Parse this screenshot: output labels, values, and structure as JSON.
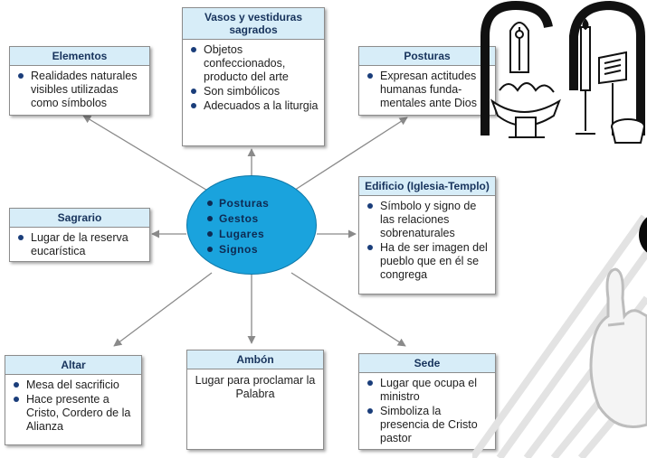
{
  "center": {
    "items": [
      "Posturas",
      "Gestos",
      "Lugares",
      "Signos"
    ]
  },
  "elementos": {
    "title": "Elementos",
    "items": [
      "Realidades naturales visibles utilizadas como símbolos"
    ]
  },
  "vasos": {
    "title": "Vasos y vestiduras sagrados",
    "items": [
      "Objetos confeccionados, producto del arte",
      "Son simbólicos",
      "Adecuados a la liturgia"
    ]
  },
  "posturas": {
    "title": "Posturas",
    "items": [
      "Expresan actitudes humanas funda-mentales ante Dios"
    ]
  },
  "edificio": {
    "title": "Edificio (Iglesia-Templo)",
    "items": [
      "Símbolo y signo de las relaciones sobrenaturales",
      "Ha de ser imagen del pueblo que en él se congrega"
    ]
  },
  "sagrario": {
    "title": "Sagrario",
    "items": [
      "Lugar de la reserva eucarística"
    ]
  },
  "altar": {
    "title": "Altar",
    "items": [
      "Mesa del sacrificio",
      "Hace presente a Cristo, Cordero de la Alianza"
    ]
  },
  "ambon": {
    "title": "Ambón",
    "text": "Lugar para proclamar la Palabra"
  },
  "sede": {
    "title": "Sede",
    "items": [
      "Lugar que ocupa el ministro",
      "Simboliza la presencia de Cristo pastor"
    ]
  },
  "colors": {
    "header_bg": "#d7edf8",
    "header_text": "#17335c",
    "center_fill": "#1aa3dd",
    "bullet": "#1a3d7a",
    "arrow": "#8a8a8a"
  }
}
